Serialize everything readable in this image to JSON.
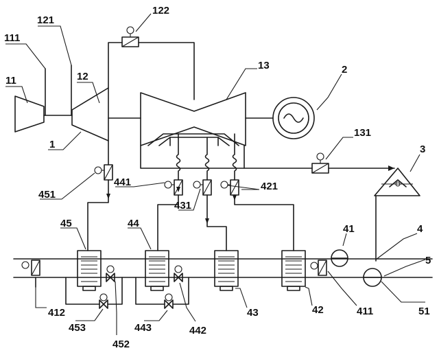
{
  "labels": {
    "l111": "111",
    "l121": "121",
    "l122": "122",
    "l11": "11",
    "l12": "12",
    "l13": "13",
    "l2": "2",
    "l1": "1",
    "l131": "131",
    "l3": "3",
    "l451": "451",
    "l441": "441",
    "l431": "431",
    "l421": "421",
    "l45": "45",
    "l44": "44",
    "l41": "41",
    "l4": "4",
    "l5": "5",
    "l412": "412",
    "l453": "453",
    "l452": "452",
    "l443": "443",
    "l442": "442",
    "l43": "43",
    "l42": "42",
    "l411": "411",
    "l51": "51"
  }
}
